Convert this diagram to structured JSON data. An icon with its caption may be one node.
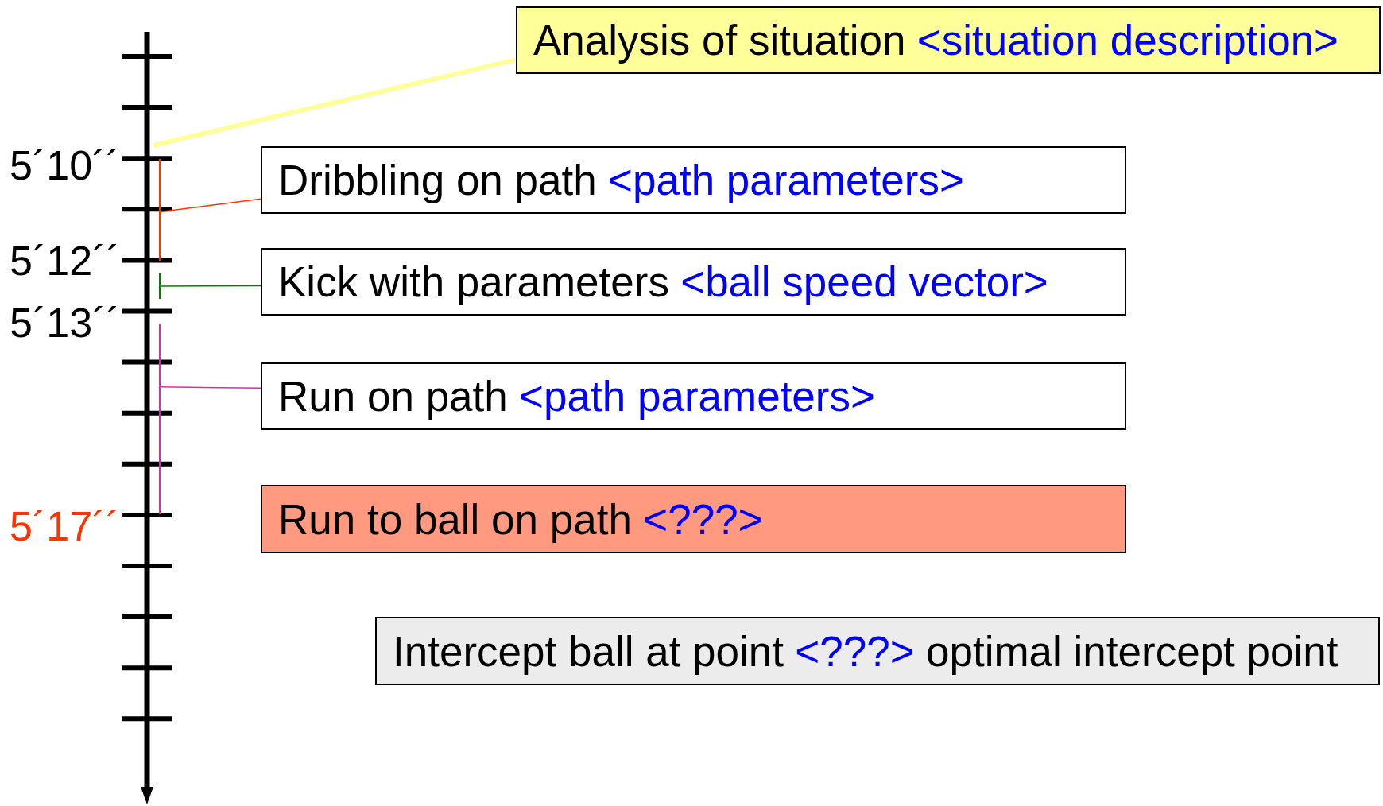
{
  "diagram": {
    "nodes": [
      {
        "text": [
          "Analysis of situation",
          "<situation description>"
        ]
      },
      {
        "text": [
          "Dribbling on path",
          "<path parameters>"
        ]
      },
      {
        "text": [
          "Kick with parameters",
          "<ball speed vector>"
        ]
      },
      {
        "text": [
          "Run on path",
          "<path parameters>"
        ]
      },
      {
        "text": [
          "Run to ball on path",
          "<???>"
        ]
      },
      {
        "text": [
          "Intercept ball at point",
          "<???>",
          "optimal intercept point"
        ]
      },
      {
        "text": [],
        "shape": "arrow"
      },
      {
        "text": [],
        "shape": "bar"
      },
      {
        "text": [],
        "shape": "bar"
      },
      {
        "text": [],
        "shape": "bar"
      }
    ],
    "edges": [
      {
        "from": 0,
        "to": 6,
        "arrow": "none",
        "style": "thick",
        "color": "#ffff99"
      },
      {
        "from": 1,
        "to": 7,
        "arrow": "none",
        "color": "#ff3300"
      },
      {
        "from": 2,
        "to": 8,
        "arrow": "none",
        "color": "#008000"
      },
      {
        "from": 3,
        "to": 9,
        "arrow": "none",
        "color": "#cc33aa"
      }
    ],
    "labels": [
      "5´10´´",
      "5´12´´",
      "5´13´´",
      "5´17´´"
    ]
  }
}
